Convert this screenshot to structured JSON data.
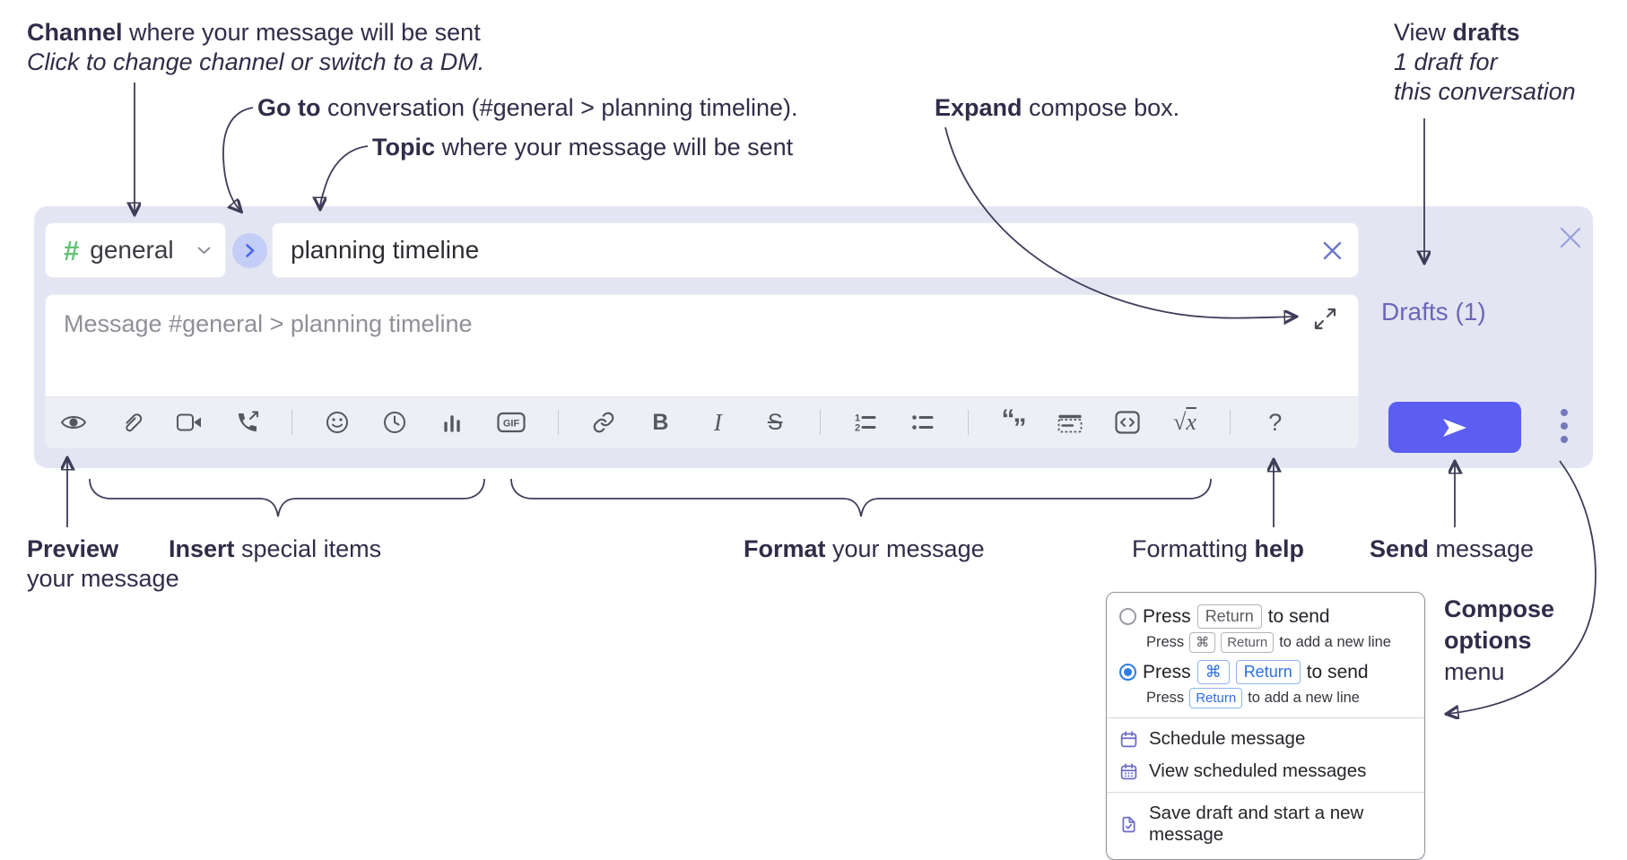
{
  "annotations": {
    "channel": {
      "bold": "Channel",
      "rest": " where your message will be sent",
      "sub": "Click to change channel or switch to a DM."
    },
    "goto": {
      "bold": "Go to",
      "rest": " conversation (#general > planning timeline)."
    },
    "topic": {
      "bold": "Topic",
      "rest": " where your message will be sent"
    },
    "expand": {
      "bold": "Expand",
      "rest": " compose box."
    },
    "view_drafts": {
      "pre": "View ",
      "bold": "drafts",
      "line2": "1 draft for",
      "line3": "this conversation"
    },
    "preview": {
      "bold": "Preview",
      "line2": "your message"
    },
    "insert": {
      "bold": "Insert",
      "rest": " special items"
    },
    "format": {
      "bold": "Format",
      "rest": " your message"
    },
    "formatting_help": {
      "pre": "Formatting ",
      "bold": "help"
    },
    "send": {
      "bold": "Send",
      "rest": " message"
    },
    "compose_options": {
      "bold_line1": "Compose",
      "bold_line2": "options",
      "line3": "menu"
    }
  },
  "compose": {
    "channel_hash": "#",
    "channel_name": "general",
    "topic_value": "planning timeline",
    "message_placeholder": "Message #general > planning timeline",
    "drafts_link": "Drafts (1)",
    "toolbar": {
      "gif": "GIF",
      "bold": "B",
      "italic": "I",
      "strike": "S",
      "ol_1": "1",
      "ol_2": "2",
      "quote_open": "“",
      "quote_close": "”",
      "math_root": "√",
      "math_x": "x",
      "help": "?"
    }
  },
  "popup": {
    "option1": {
      "press": "Press",
      "key1": "Return",
      "tail": "to send",
      "sub_press": "Press",
      "sub_key1": "⌘",
      "sub_key2": "Return",
      "sub_tail": "to add a new line"
    },
    "option2": {
      "press": "Press",
      "key1": "⌘",
      "key2": "Return",
      "tail": "to send",
      "sub_press": "Press",
      "sub_key1": "Return",
      "sub_tail": "to add a new line"
    },
    "item1": "Schedule message",
    "item2": "View scheduled messages",
    "item3": "Save draft and start a new message"
  },
  "colors": {
    "accent_send": "#5b5ef0",
    "lavender": "#e3e5f3",
    "link_purple": "#6b66b8",
    "channel_green": "#63c178",
    "blue": "#2e7ce5",
    "menu_icon_purple": "#6c6bc7"
  }
}
